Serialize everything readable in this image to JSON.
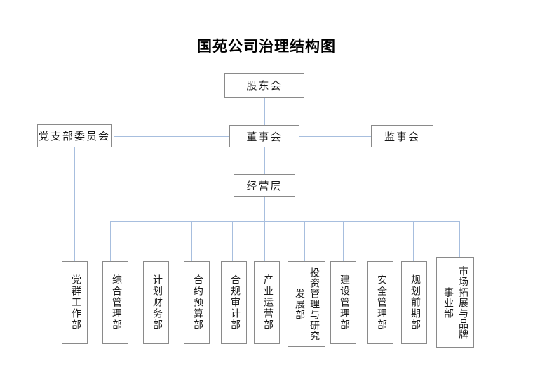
{
  "title": "国苑公司治理结构图",
  "colors": {
    "box_border": "#8a8a8a",
    "connector": "#a7bede",
    "text": "#1a1a1a",
    "background": "#ffffff"
  },
  "levels": {
    "level1": {
      "shareholders": {
        "label": "股东会"
      }
    },
    "level2": {
      "party_committee": {
        "label": "党支部委员会"
      },
      "board_of_directors": {
        "label": "董事会"
      },
      "board_of_supervisors": {
        "label": "监事会"
      }
    },
    "level3": {
      "management": {
        "label": "经营层"
      }
    }
  },
  "departments": [
    {
      "label": "党群工作部",
      "wide": false
    },
    {
      "label": "综合管理部",
      "wide": false
    },
    {
      "label": "计划财务部",
      "wide": false
    },
    {
      "label": "合约预算部",
      "wide": false
    },
    {
      "label": "合规审计部",
      "wide": false
    },
    {
      "label": "产业运营部",
      "wide": false
    },
    {
      "label": "投资管理与研究发展部",
      "wide": true
    },
    {
      "label": "建设管理部",
      "wide": false
    },
    {
      "label": "安全管理部",
      "wide": false
    },
    {
      "label": "规划前期部",
      "wide": false
    },
    {
      "label": "市场拓展与品牌事业部",
      "wide": true
    }
  ]
}
